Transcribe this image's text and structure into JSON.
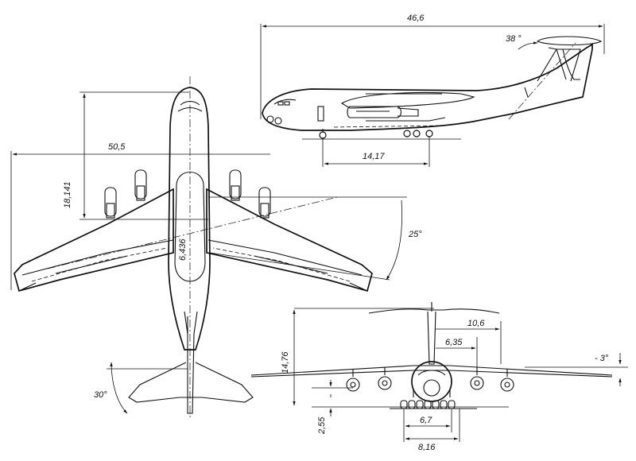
{
  "dimensions": {
    "side_length": "46,6",
    "tail_sweep": "38 °",
    "side_gear_base": "14,17",
    "span": "50,5",
    "wing_root_offset": "18,141",
    "wing_sweep": "25°",
    "fuselage_width": "6,436",
    "stabilizer_sweep": "30°",
    "front_height": "14,76",
    "front_stab_halfspan": "10,6",
    "front_engine_offset": "6,35",
    "anhedral": "- 3°",
    "ground_clearance": "2,55",
    "main_gear_track": "6,7",
    "gear_outer_track": "8,16"
  }
}
